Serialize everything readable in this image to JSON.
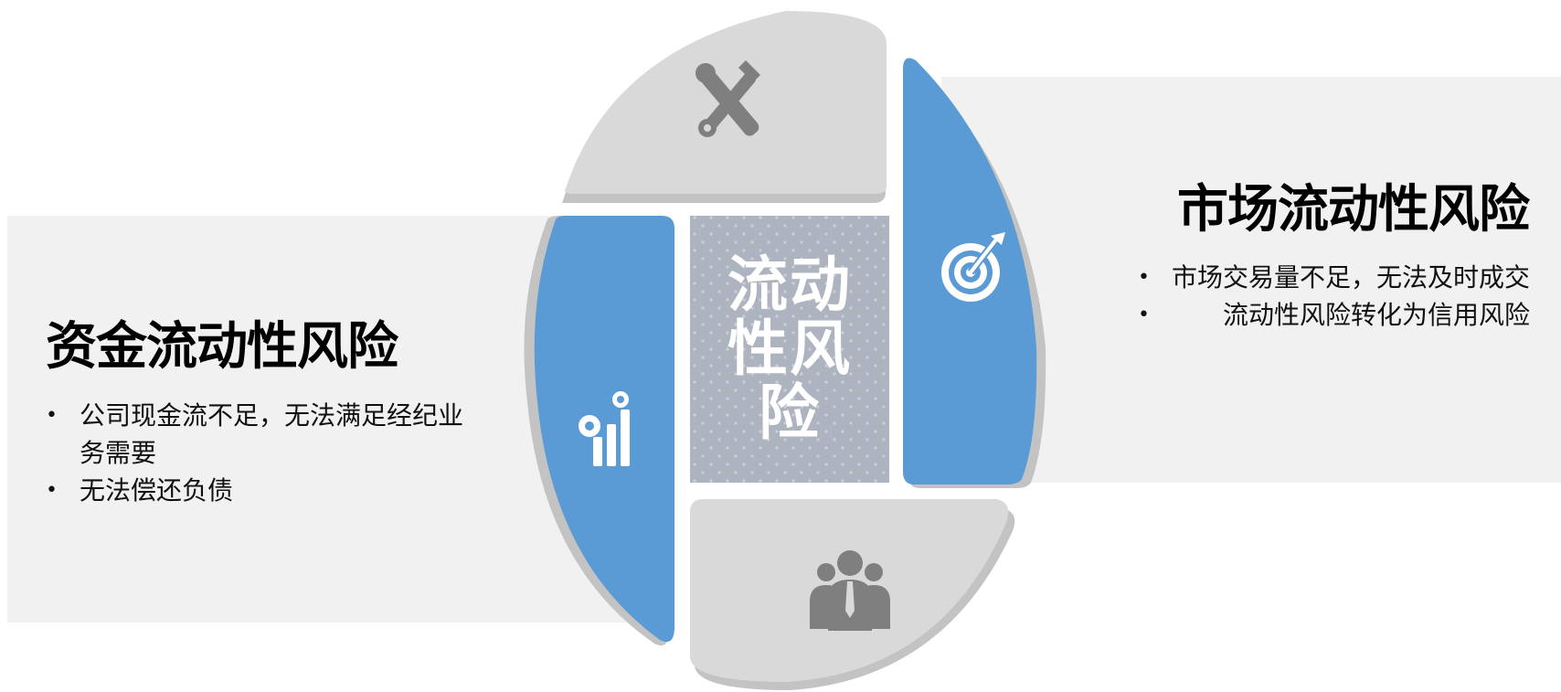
{
  "center": {
    "label": "流动性风险"
  },
  "left": {
    "heading": "资金流动性风险",
    "bullets": [
      "公司现金流不足，无法满足经纪业务需要",
      "无法偿还负债"
    ]
  },
  "right": {
    "heading": "市场流动性风险",
    "bullets": [
      "市场交易量不足，无法及时成交",
      "流动性风险转化为信用风险"
    ]
  },
  "icons": {
    "top": "tools-icon",
    "right": "target-icon",
    "left": "gears-chart-icon",
    "bottom": "team-icon"
  },
  "colors": {
    "accent_blue": "#5b9bd5",
    "segment_gray": "#d9d9d9",
    "center_gray": "#adb3bf",
    "panel_gray": "#f1f1f1",
    "icon_gray": "#7f7f7f"
  }
}
